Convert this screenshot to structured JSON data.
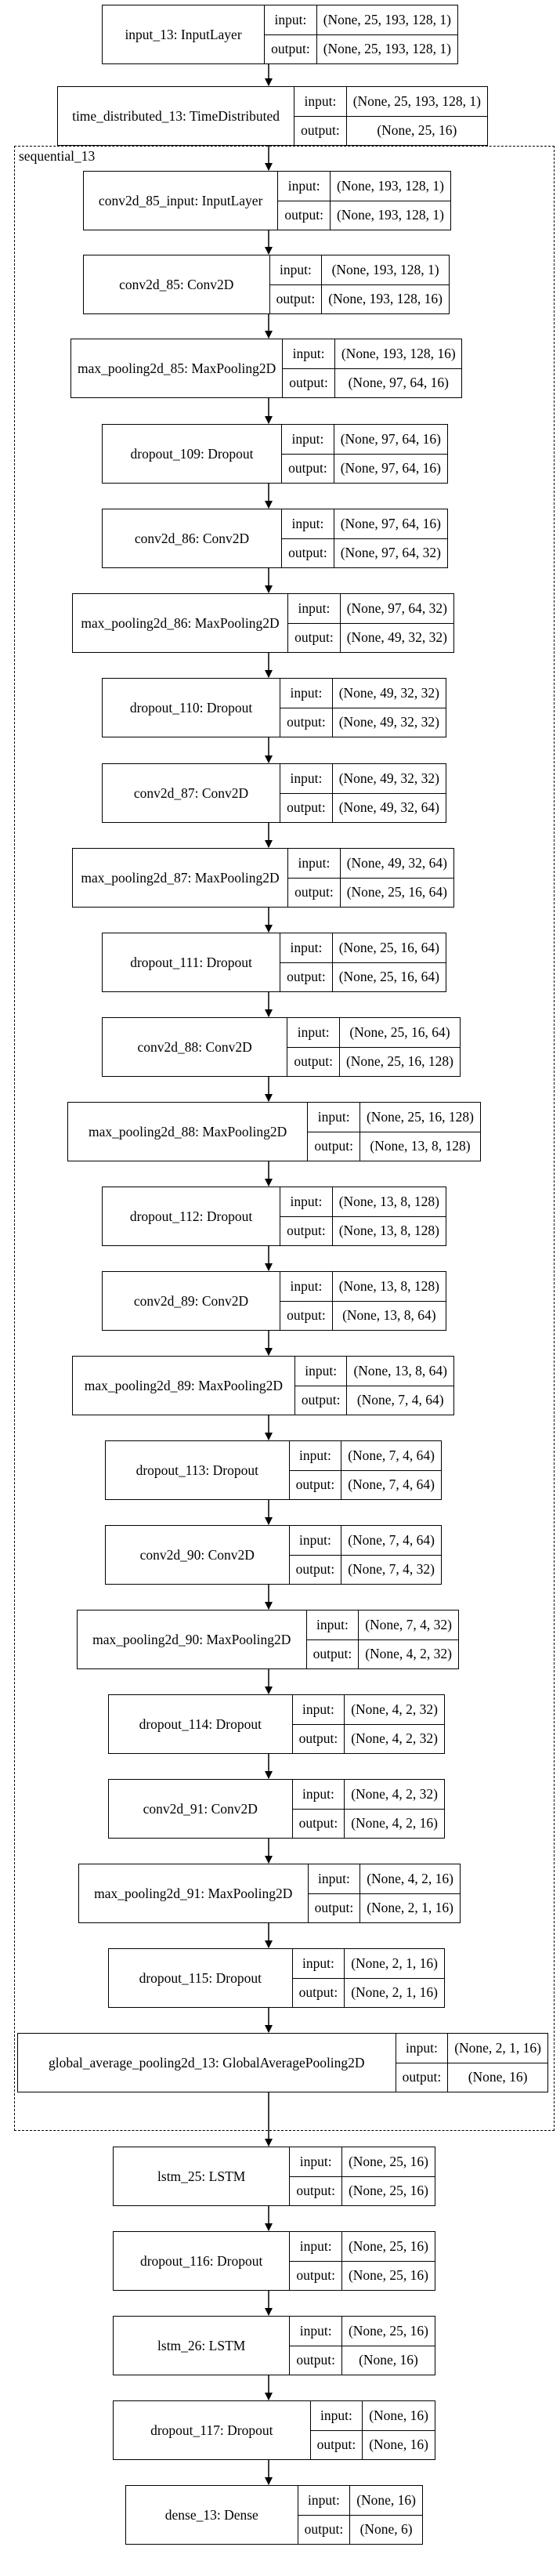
{
  "group": {
    "label": "sequential_13"
  },
  "io_labels": {
    "input": "input:",
    "output": "output:"
  },
  "layers": [
    {
      "name": "input_13: InputLayer",
      "input": "(None, 25, 193, 128, 1)",
      "output": "(None, 25, 193, 128, 1)"
    },
    {
      "name": "time_distributed_13: TimeDistributed",
      "input": "(None, 25, 193, 128, 1)",
      "output": "(None, 25, 16)"
    },
    {
      "name": "conv2d_85_input: InputLayer",
      "input": "(None, 193, 128, 1)",
      "output": "(None, 193, 128, 1)"
    },
    {
      "name": "conv2d_85: Conv2D",
      "input": "(None, 193, 128, 1)",
      "output": "(None, 193, 128, 16)"
    },
    {
      "name": "max_pooling2d_85: MaxPooling2D",
      "input": "(None, 193, 128, 16)",
      "output": "(None, 97, 64, 16)"
    },
    {
      "name": "dropout_109: Dropout",
      "input": "(None, 97, 64, 16)",
      "output": "(None, 97, 64, 16)"
    },
    {
      "name": "conv2d_86: Conv2D",
      "input": "(None, 97, 64, 16)",
      "output": "(None, 97, 64, 32)"
    },
    {
      "name": "max_pooling2d_86: MaxPooling2D",
      "input": "(None, 97, 64, 32)",
      "output": "(None, 49, 32, 32)"
    },
    {
      "name": "dropout_110: Dropout",
      "input": "(None, 49, 32, 32)",
      "output": "(None, 49, 32, 32)"
    },
    {
      "name": "conv2d_87: Conv2D",
      "input": "(None, 49, 32, 32)",
      "output": "(None, 49, 32, 64)"
    },
    {
      "name": "max_pooling2d_87: MaxPooling2D",
      "input": "(None, 49, 32, 64)",
      "output": "(None, 25, 16, 64)"
    },
    {
      "name": "dropout_111: Dropout",
      "input": "(None, 25, 16, 64)",
      "output": "(None, 25, 16, 64)"
    },
    {
      "name": "conv2d_88: Conv2D",
      "input": "(None, 25, 16, 64)",
      "output": "(None, 25, 16, 128)"
    },
    {
      "name": "max_pooling2d_88: MaxPooling2D",
      "input": "(None, 25, 16, 128)",
      "output": "(None, 13, 8, 128)"
    },
    {
      "name": "dropout_112: Dropout",
      "input": "(None, 13, 8, 128)",
      "output": "(None, 13, 8, 128)"
    },
    {
      "name": "conv2d_89: Conv2D",
      "input": "(None, 13, 8, 128)",
      "output": "(None, 13, 8, 64)"
    },
    {
      "name": "max_pooling2d_89: MaxPooling2D",
      "input": "(None, 13, 8, 64)",
      "output": "(None, 7, 4, 64)"
    },
    {
      "name": "dropout_113: Dropout",
      "input": "(None, 7, 4, 64)",
      "output": "(None, 7, 4, 64)"
    },
    {
      "name": "conv2d_90: Conv2D",
      "input": "(None, 7, 4, 64)",
      "output": "(None, 7, 4, 32)"
    },
    {
      "name": "max_pooling2d_90: MaxPooling2D",
      "input": "(None, 7, 4, 32)",
      "output": "(None, 4, 2, 32)"
    },
    {
      "name": "dropout_114: Dropout",
      "input": "(None, 4, 2, 32)",
      "output": "(None, 4, 2, 32)"
    },
    {
      "name": "conv2d_91: Conv2D",
      "input": "(None, 4, 2, 32)",
      "output": "(None, 4, 2, 16)"
    },
    {
      "name": "max_pooling2d_91: MaxPooling2D",
      "input": "(None, 4, 2, 16)",
      "output": "(None, 2, 1, 16)"
    },
    {
      "name": "dropout_115: Dropout",
      "input": "(None, 2, 1, 16)",
      "output": "(None, 2, 1, 16)"
    },
    {
      "name": "global_average_pooling2d_13: GlobalAveragePooling2D",
      "input": "(None, 2, 1, 16)",
      "output": "(None, 16)"
    },
    {
      "name": "lstm_25: LSTM",
      "input": "(None, 25, 16)",
      "output": "(None, 25, 16)"
    },
    {
      "name": "dropout_116: Dropout",
      "input": "(None, 25, 16)",
      "output": "(None, 25, 16)"
    },
    {
      "name": "lstm_26: LSTM",
      "input": "(None, 25, 16)",
      "output": "(None, 16)"
    },
    {
      "name": "dropout_117: Dropout",
      "input": "(None, 16)",
      "output": "(None, 16)"
    },
    {
      "name": "dense_13: Dense",
      "input": "(None, 16)",
      "output": "(None, 6)"
    }
  ]
}
